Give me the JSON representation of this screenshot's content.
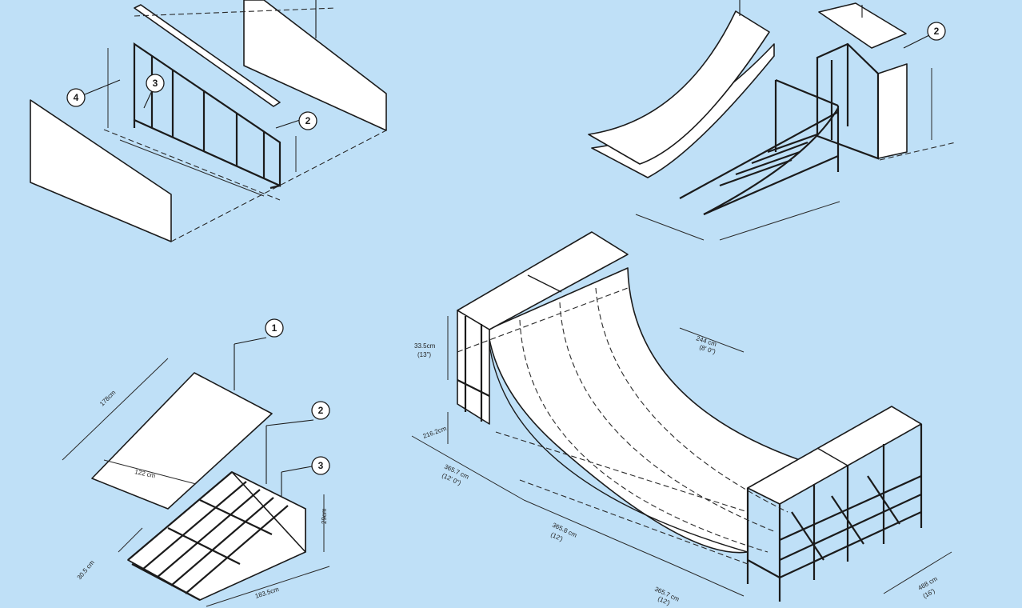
{
  "callouts": {
    "ramp_top_left": [
      "4",
      "3",
      "2"
    ],
    "quarter_pipe": [
      "2"
    ],
    "launch_ramp": [
      "1",
      "2",
      "3"
    ]
  },
  "dimensions": {
    "launch_width": "122 cm",
    "launch_length": "178cm",
    "launch_height": "29cm",
    "launch_side": "30.5 cm",
    "launch_base": "183.5cm",
    "hp_top": "33.5cm",
    "hp_top_in": "(13\")",
    "hp_radius": "244 cm",
    "hp_radius_in": "(8' 0\")",
    "hp_deck_h": "216.2cm",
    "hp_flat1": "365.7 cm",
    "hp_flat1_in": "(12' 0\")",
    "hp_flat2": "365.8 cm",
    "hp_flat2_in": "(12')",
    "hp_flat3": "365.7 cm",
    "hp_flat3_in": "(12')",
    "hp_width": "488 cm",
    "hp_width_in": "(16')"
  }
}
